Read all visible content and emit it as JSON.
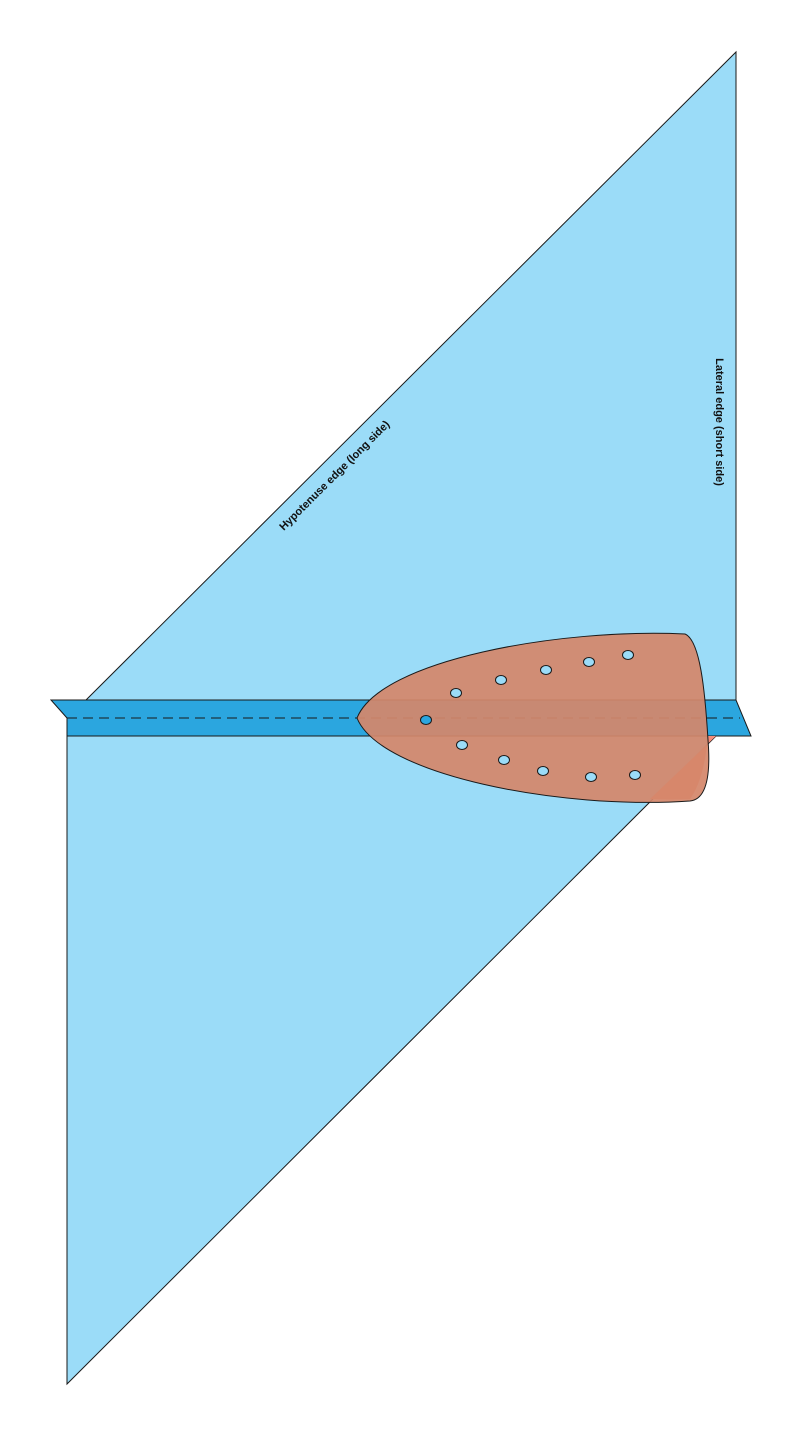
{
  "labels": {
    "hypotenuse": "Hypotenuse edge (long side)",
    "lateral": "Lateral edge (short side)"
  },
  "colors": {
    "panel_fill": "#9bdcf8",
    "fold_strip": "#2ba6df",
    "iron_fill": "#d4866a",
    "iron_tip_fill": "#f48c79",
    "steam_hole_fill": "#9bdcf8",
    "outline": "#1a1a1a"
  },
  "icons": {
    "iron": "iron-soleplate-icon"
  },
  "steam_hole_count": 11
}
